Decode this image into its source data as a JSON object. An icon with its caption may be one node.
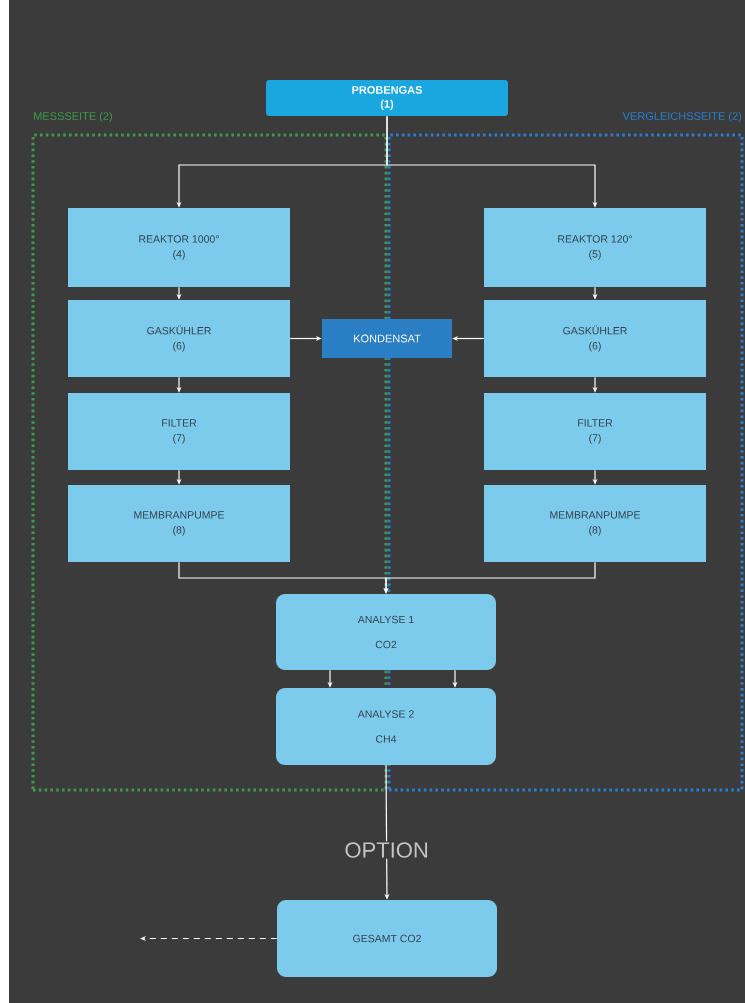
{
  "diagram": {
    "nodes": [
      {
        "text": [
          "PROBENGAS",
          "(1)"
        ]
      },
      {
        "text": [
          "MESSSEITE (2)"
        ]
      },
      {
        "text": [
          "VERGLEICHSSEITE (2)"
        ]
      },
      {
        "text": [
          "REAKTOR 1000°",
          "(4)"
        ],
        "in": 1
      },
      {
        "text": [
          "REAKTOR 120°",
          "(5)"
        ],
        "in": 2
      },
      {
        "text": [
          "GASKÜHLER",
          "(6)"
        ],
        "in": 1
      },
      {
        "text": [
          "KONDENSAT"
        ]
      },
      {
        "text": [
          "GASKÜHLER",
          "(6)"
        ],
        "in": 2
      },
      {
        "text": [
          "FILTER",
          "(7)"
        ],
        "in": 1
      },
      {
        "text": [
          "FILTER",
          "(7)"
        ],
        "in": 2
      },
      {
        "text": [
          "MEMBRANPUMPE",
          "(8)"
        ],
        "in": 1
      },
      {
        "text": [
          "MEMBRANPUMPE",
          "(8)"
        ],
        "in": 2
      },
      {
        "text": [
          "ANALYSE 1",
          "CO2"
        ]
      },
      {
        "text": [
          "ANALYSE 2",
          "CH4"
        ]
      },
      {
        "text": [
          "GESAMT CO2"
        ]
      }
    ],
    "edges": [
      {
        "from": 0,
        "to": 3,
        "arrow": "to"
      },
      {
        "from": 0,
        "to": 4,
        "arrow": "to"
      },
      {
        "from": 3,
        "to": 5,
        "arrow": "to"
      },
      {
        "from": 4,
        "to": 7,
        "arrow": "to"
      },
      {
        "from": 5,
        "to": 6,
        "arrow": "to"
      },
      {
        "from": 7,
        "to": 6,
        "arrow": "to"
      },
      {
        "from": 5,
        "to": 8,
        "arrow": "to"
      },
      {
        "from": 7,
        "to": 9,
        "arrow": "to"
      },
      {
        "from": 8,
        "to": 10,
        "arrow": "to"
      },
      {
        "from": 9,
        "to": 11,
        "arrow": "to"
      },
      {
        "from": 10,
        "to": 12,
        "arrow": "to"
      },
      {
        "from": 11,
        "to": 12,
        "arrow": "to"
      },
      {
        "from": 12,
        "to": 13,
        "arrow": "to"
      },
      {
        "from": 12,
        "to": 13,
        "arrow": "to"
      },
      {
        "from": 13,
        "to": 14,
        "arrow": "to",
        "label": "OPTION"
      },
      {
        "from": 14,
        "to": null,
        "arrow": "to",
        "style": "dashed"
      }
    ]
  }
}
